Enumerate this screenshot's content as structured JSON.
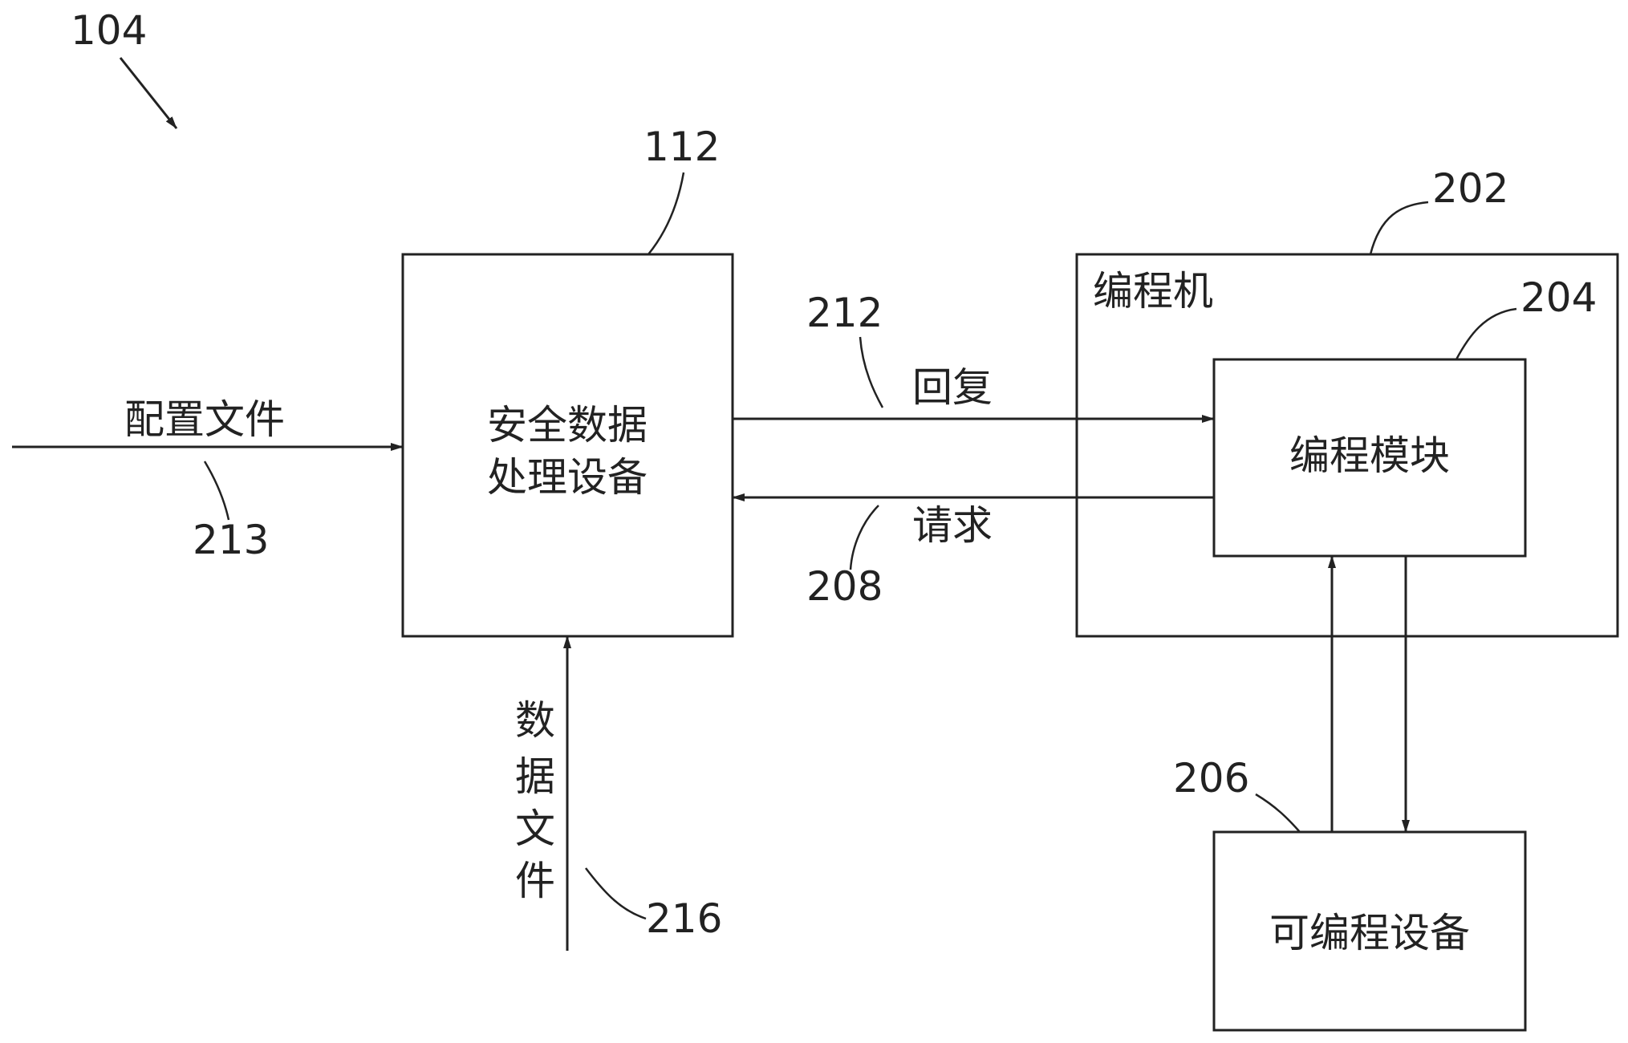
{
  "refs": {
    "r104": "104",
    "r112": "112",
    "r202": "202",
    "r204": "204",
    "r212": "212",
    "r213": "213",
    "r208": "208",
    "r206": "206",
    "r216": "216"
  },
  "boxes": {
    "secure_device": {
      "line1": "安全数据",
      "line2": "处理设备"
    },
    "programmer": "编程机",
    "programming_module": "编程模块",
    "programmable_device": "可编程设备"
  },
  "arrows": {
    "config_file": "配置文件",
    "reply": "回复",
    "request": "请求",
    "data_file": [
      "数",
      "据",
      "文",
      "件"
    ]
  },
  "colors": {
    "ink": "#222222",
    "background": "#ffffff"
  }
}
